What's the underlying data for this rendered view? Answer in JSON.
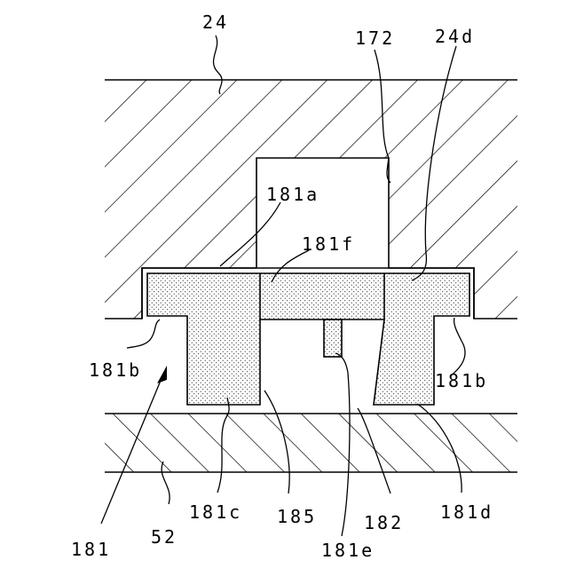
{
  "figure": {
    "labels": {
      "upper_member": "24",
      "recess_wall": "172",
      "seat_surface": "24d",
      "top_face": "181a",
      "inner_face": "181f",
      "flange_left": "181b",
      "flange_right": "181b",
      "leg_left": "181c",
      "leg_right": "181d",
      "post": "181e",
      "gap": "182",
      "leg_edge": "185",
      "lower_member": "52",
      "assembly": "181"
    },
    "colors": {
      "line": "#000000",
      "background": "#ffffff",
      "stipple": "#000000"
    }
  }
}
